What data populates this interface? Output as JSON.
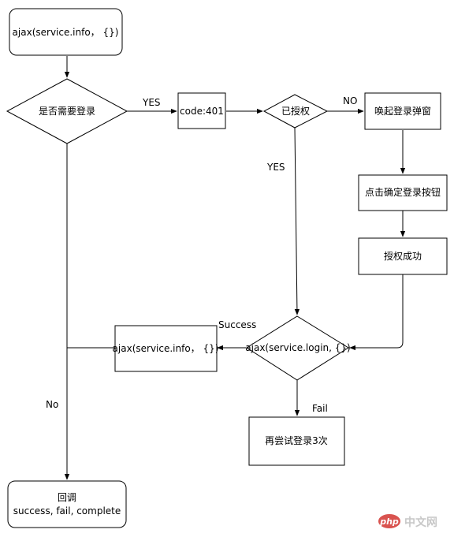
{
  "nodes": {
    "start": "ajax(service.info， {})",
    "need_login": "是否需要登录",
    "code401": "code:401",
    "authorized": "已授权",
    "show_login": "唤起登录弹窗",
    "click_confirm": "点击确定登录按钮",
    "auth_success": "授权成功",
    "login_call": "ajax(service.login, {})",
    "retry_info": "ajax(service.info， {})",
    "retry_login": "再尝试登录3次",
    "callback_line1": "回调",
    "callback_line2": "success, fail, complete"
  },
  "edge_labels": {
    "yes_need_login": "YES",
    "no_authorized": "NO",
    "yes_authorized": "YES",
    "success": "Success",
    "fail": "Fail",
    "no_need_login": "No"
  },
  "watermark": {
    "brand": "php",
    "site": "中文网"
  },
  "colors": {
    "stroke": "#000000",
    "fill": "#ffffff",
    "watermark_red": "#d9534f"
  }
}
